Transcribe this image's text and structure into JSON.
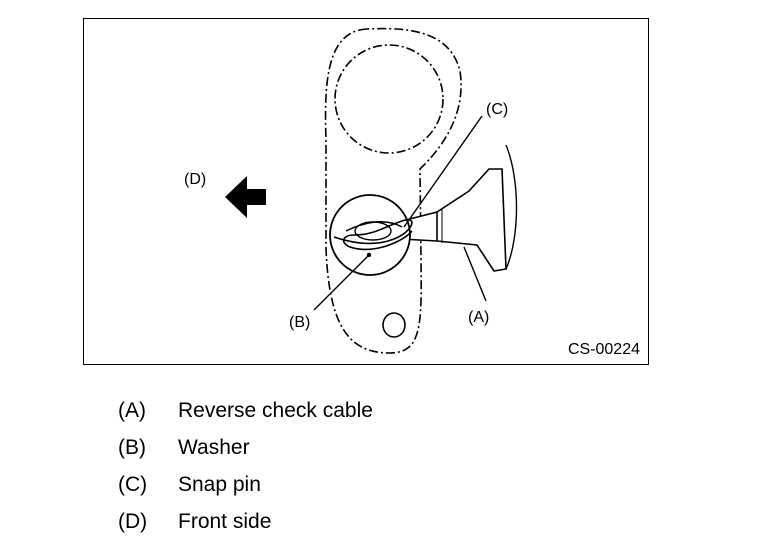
{
  "figure": {
    "code": "CS-00224",
    "callouts": {
      "A": "(A)",
      "B": "(B)",
      "C": "(C)",
      "D": "(D)"
    }
  },
  "legend": [
    {
      "key": "(A)",
      "text": "Reverse check cable"
    },
    {
      "key": "(B)",
      "text": "Washer"
    },
    {
      "key": "(C)",
      "text": "Snap pin"
    },
    {
      "key": "(D)",
      "text": "Front side"
    }
  ]
}
